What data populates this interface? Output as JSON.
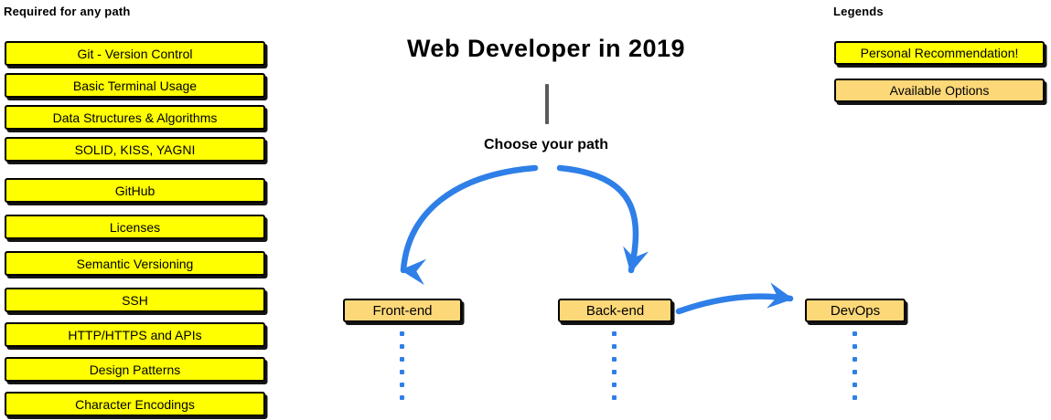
{
  "colors": {
    "recommendation_yellow": "#FFFF00",
    "option_tan": "#FCD878",
    "arrow_blue": "#2F7FE8",
    "stem_gray": "#5A5A5A",
    "border_black": "#000000",
    "background": "#FFFFFF"
  },
  "required_section": {
    "header": "Required for any path",
    "items": [
      {
        "label": "Git - Version Control"
      },
      {
        "label": "Basic Terminal Usage"
      },
      {
        "label": "Data Structures & Algorithms"
      },
      {
        "label": "SOLID, KISS, YAGNI"
      },
      {
        "label": "GitHub"
      },
      {
        "label": "Licenses"
      },
      {
        "label": "Semantic Versioning"
      },
      {
        "label": "SSH"
      },
      {
        "label": "HTTP/HTTPS and APIs"
      },
      {
        "label": "Design Patterns"
      },
      {
        "label": "Character Encodings"
      }
    ]
  },
  "main": {
    "title": "Web Developer in 2019",
    "choose_path_label": "Choose your path",
    "paths": [
      {
        "label": "Front-end"
      },
      {
        "label": "Back-end"
      },
      {
        "label": "DevOps"
      }
    ]
  },
  "legends_section": {
    "header": "Legends",
    "items": [
      {
        "label": "Personal Recommendation!",
        "style": "yellow"
      },
      {
        "label": "Available Options",
        "style": "tan"
      }
    ]
  }
}
